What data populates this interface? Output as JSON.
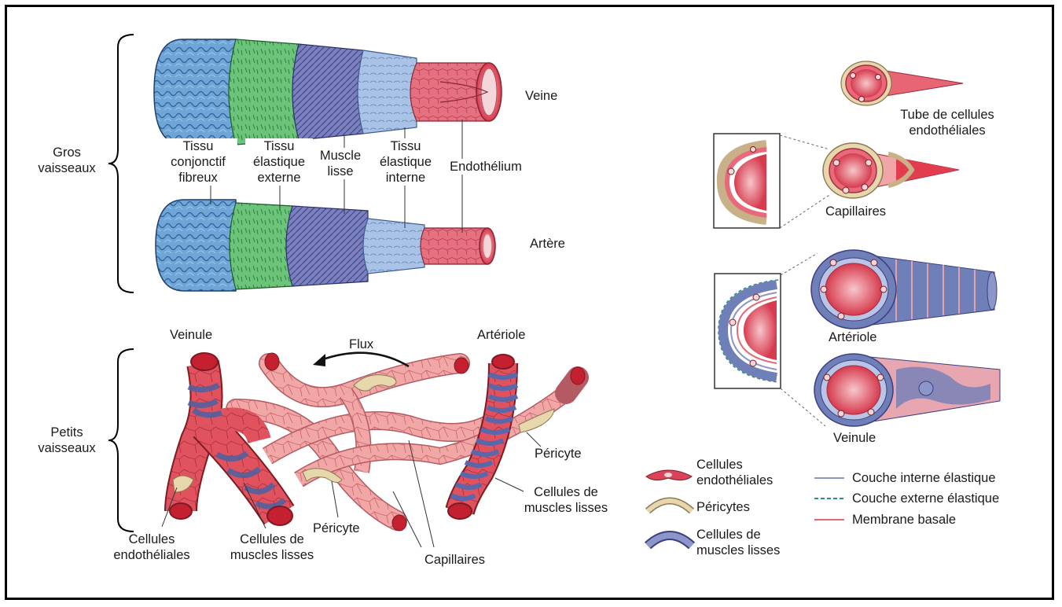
{
  "large": {
    "group_label": [
      "Gros",
      "vaisseaux"
    ],
    "vein": "Veine",
    "artery": "Artère",
    "layers": {
      "fibrous": [
        "Tissu",
        "conjonctif",
        "fibreux"
      ],
      "ext_elastic": [
        "Tissu",
        "élastique",
        "externe"
      ],
      "muscle": [
        "Muscle",
        "lisse"
      ],
      "int_elastic": [
        "Tissu",
        "élastique",
        "interne"
      ],
      "endothelium": "Endothélium"
    }
  },
  "small": {
    "group_label": [
      "Petits",
      "vaisseaux"
    ],
    "venule": "Veinule",
    "flux": "Flux",
    "arteriole": "Artériole",
    "pericyte_right": "Péricyte",
    "smooth_muscle_right": [
      "Cellules de",
      "muscles lisses"
    ],
    "endothelial_cells": [
      "Cellules",
      "endothéliales"
    ],
    "smooth_muscle_bottom": [
      "Cellules de",
      "muscles lisses"
    ],
    "pericyte_bottom": "Péricyte",
    "capillaries": "Capillaires"
  },
  "right": {
    "tube": [
      "Tube de cellules",
      "endothéliales"
    ],
    "capillaries": "Capillaires",
    "arteriole": "Artériole",
    "venule": "Veinule"
  },
  "legend": {
    "items": [
      {
        "label": [
          "Cellules",
          "endothéliales"
        ],
        "color": "#d9445a"
      },
      {
        "label": [
          "Péricytes"
        ],
        "color": "#c8b089"
      },
      {
        "label": [
          "Cellules de",
          "muscles lisses"
        ],
        "color": "#6f7fb8"
      }
    ],
    "lines": [
      {
        "label": "Couche interne élastique",
        "color": "#8e95c9",
        "style": "solid"
      },
      {
        "label": "Couche externe élastique",
        "color": "#2e8a83",
        "style": "dashed"
      },
      {
        "label": "Membrane basale",
        "color": "#e06a78",
        "style": "solid"
      }
    ]
  }
}
